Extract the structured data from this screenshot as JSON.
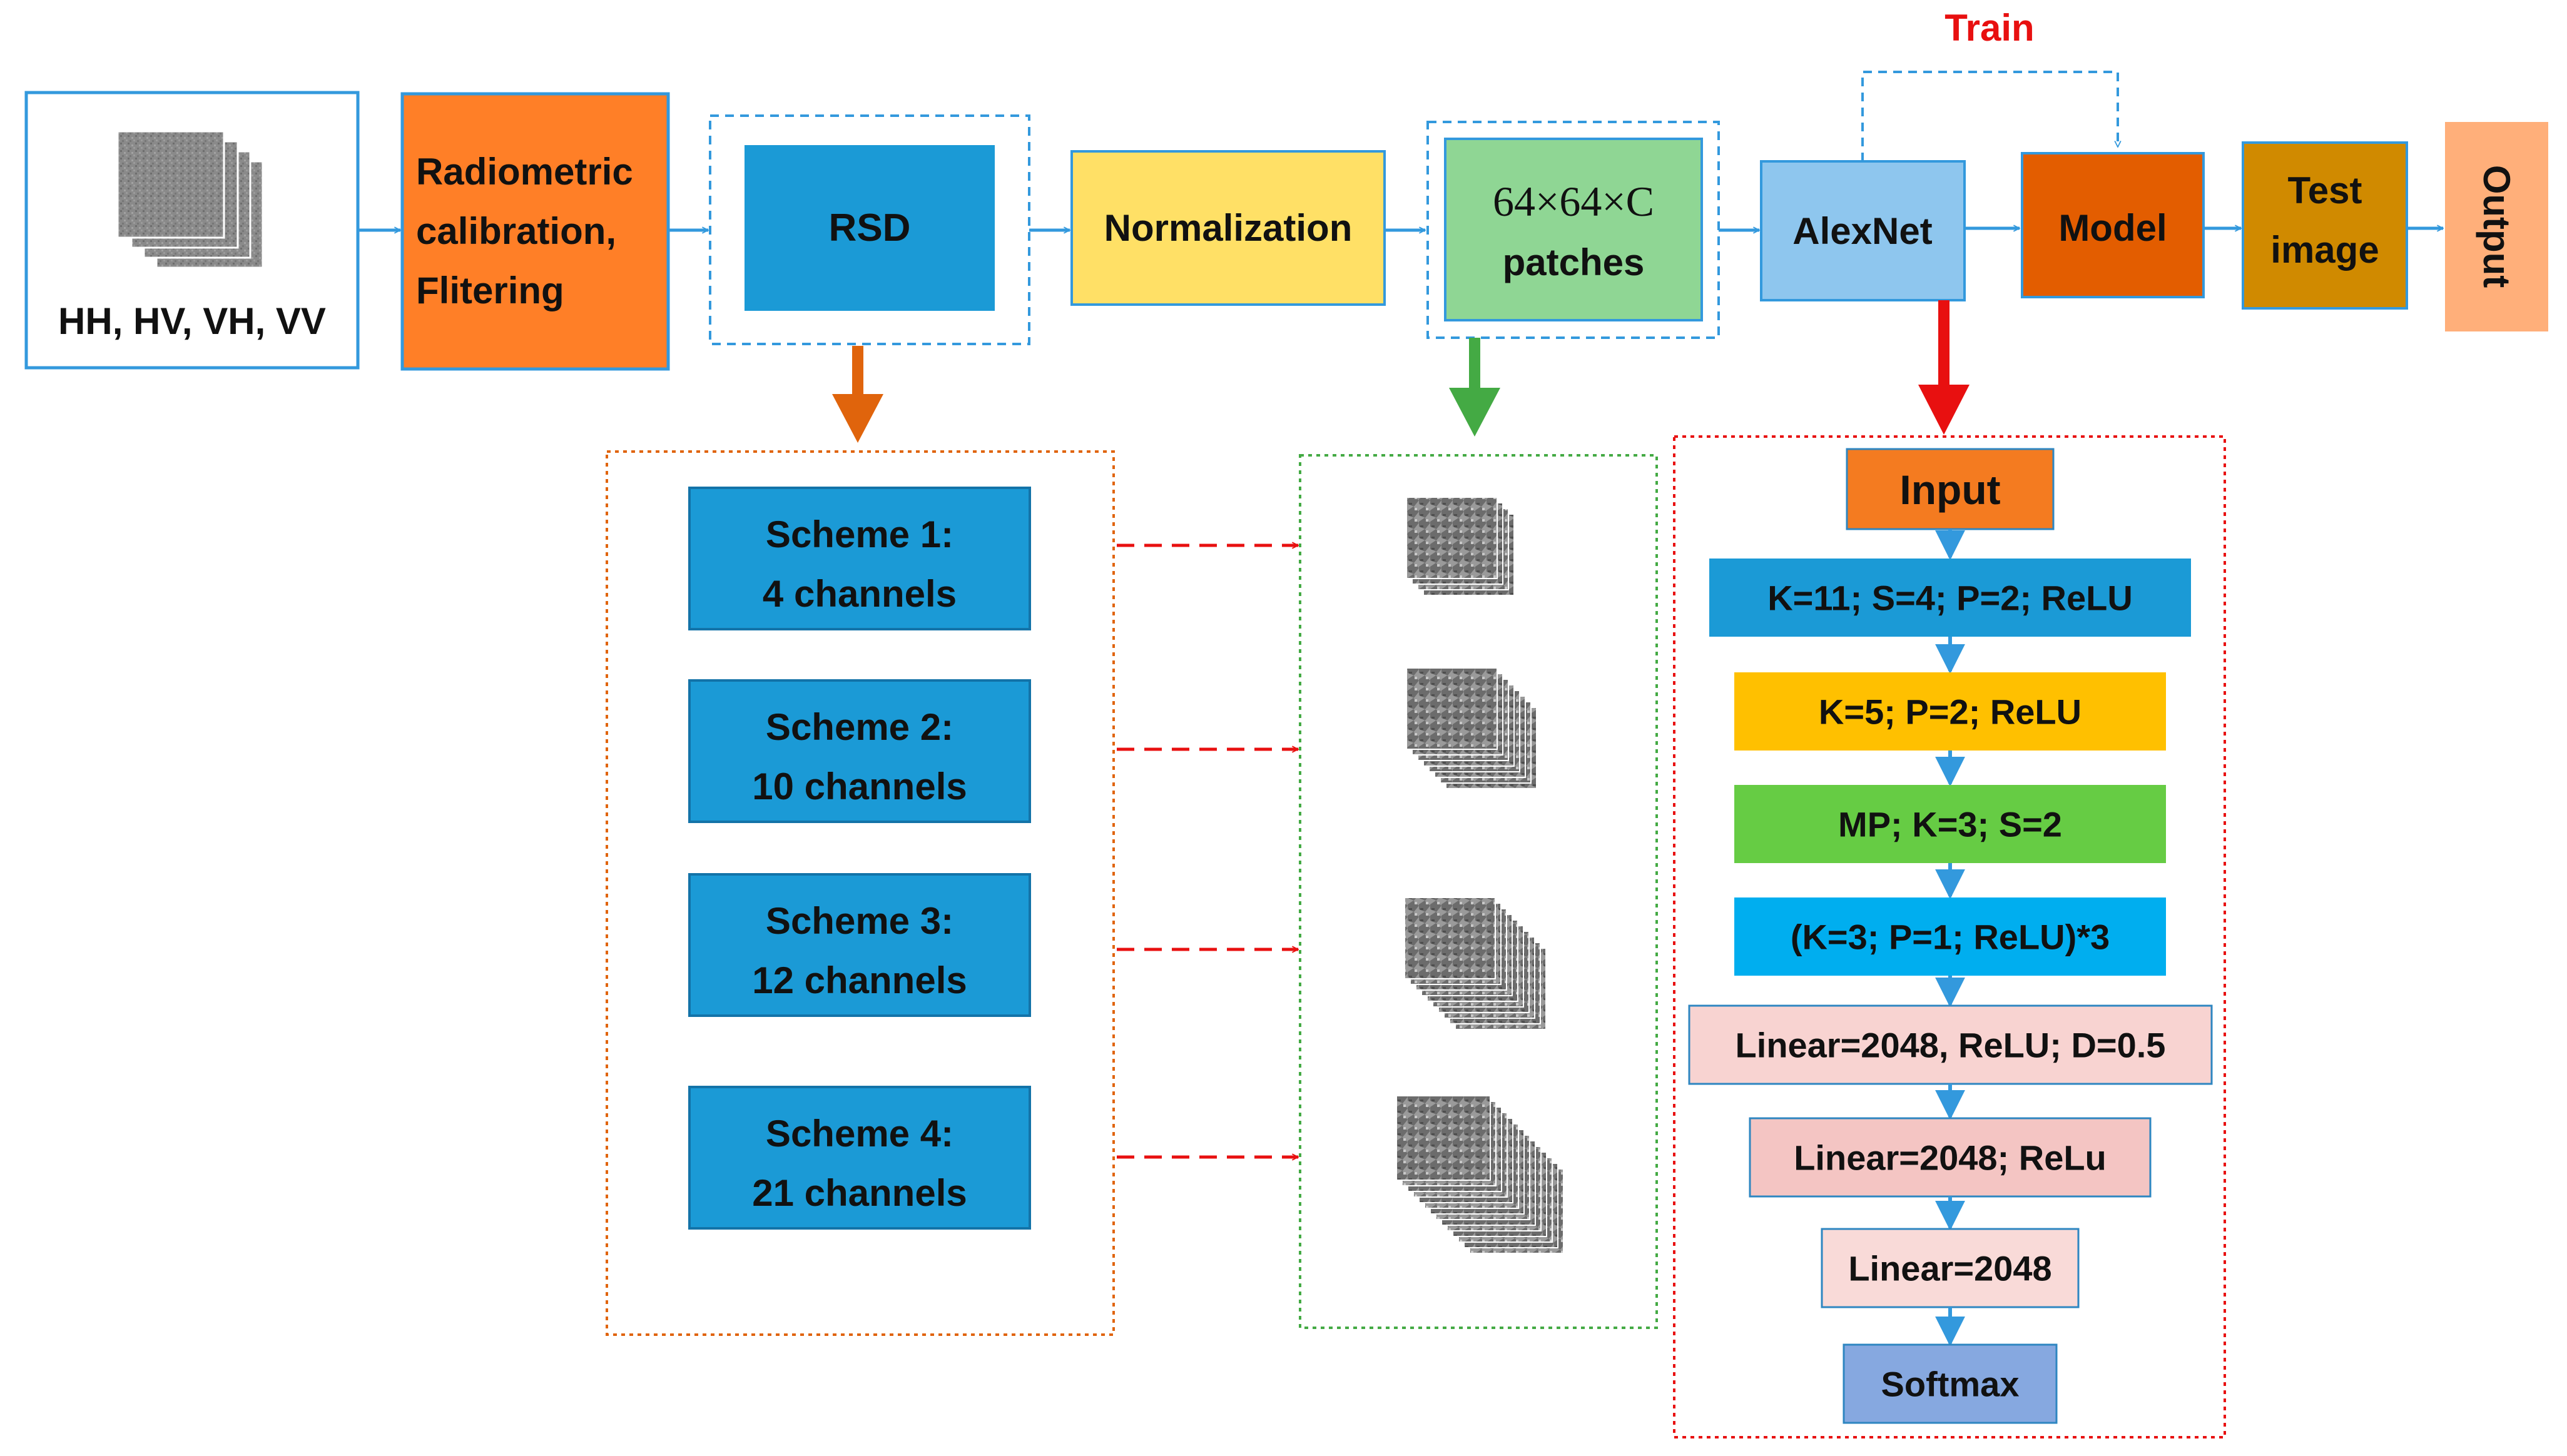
{
  "input": {
    "label": "HH, HV, VH, VV"
  },
  "pipeline": {
    "preprocess": {
      "lines": [
        "Radiometric",
        "calibration,",
        "Flitering"
      ]
    },
    "rsd": {
      "label": "RSD"
    },
    "normalization": {
      "label": "Normalization"
    },
    "patches": {
      "lines": [
        "64×64×C",
        "patches"
      ]
    },
    "alexnet": {
      "label": "AlexNet"
    },
    "model": {
      "label": "Model"
    },
    "test_image": {
      "lines": [
        "Test",
        "image"
      ]
    },
    "output": {
      "label": "Output"
    },
    "train_label": "Train"
  },
  "schemes": [
    {
      "lines": [
        "Scheme 1:",
        "4 channels"
      ]
    },
    {
      "lines": [
        "Scheme 2:",
        "10 channels"
      ]
    },
    {
      "lines": [
        "Scheme 3:",
        "12 channels"
      ]
    },
    {
      "lines": [
        "Scheme 4:",
        "21 channels"
      ]
    }
  ],
  "alexnet_layers": [
    {
      "label": "Input",
      "color": "#F47B20"
    },
    {
      "label": "K=11; S=4; P=2; ReLU",
      "color": "#1B9AD6"
    },
    {
      "label": "K=5; P=2; ReLU",
      "color": "#FFC000"
    },
    {
      "label": "MP; K=3; S=2",
      "color": "#66CC44"
    },
    {
      "label": "(K=3; P=1; ReLU)*3",
      "color": "#00AEEF"
    },
    {
      "label": "Linear=2048, ReLU; D=0.5",
      "color": "#F8D3D1"
    },
    {
      "label": "Linear=2048; ReLu",
      "color": "#F4C5C3"
    },
    {
      "label": "Linear=2048",
      "color": "#F9DAD8"
    },
    {
      "label": "Softmax",
      "color": "#86A8E0"
    }
  ],
  "colors": {
    "flow_arrow": "#3399DD",
    "preprocess": "#FF7F27",
    "rsd": "#1B9AD6",
    "normalization": "#FFE066",
    "patches": "#8FD694",
    "alexnet": "#8EC6EE",
    "model": "#E35D00",
    "test_image": "#D08A00",
    "output": "#FFAF7A",
    "scheme": "#1B9AD6",
    "train": "#E81010",
    "rsd_group_border": "#E0640C",
    "patch_group_border": "#44AA44",
    "alexnet_group_border": "#E81010"
  }
}
